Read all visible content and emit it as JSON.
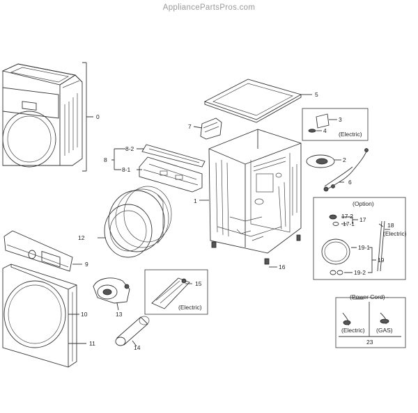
{
  "watermark": "AppliancePartsPros.com",
  "callouts": [
    {
      "id": "c0",
      "text": "0"
    },
    {
      "id": "c1",
      "text": "1"
    },
    {
      "id": "c2",
      "text": "2"
    },
    {
      "id": "c3",
      "text": "3"
    },
    {
      "id": "c4",
      "text": "4"
    },
    {
      "id": "c5",
      "text": "5"
    },
    {
      "id": "c6",
      "text": "6"
    },
    {
      "id": "c7",
      "text": "7"
    },
    {
      "id": "c8",
      "text": "8"
    },
    {
      "id": "c8_2",
      "text": "8-2"
    },
    {
      "id": "c8_1",
      "text": "8-1"
    },
    {
      "id": "c9",
      "text": "9"
    },
    {
      "id": "c10",
      "text": "10"
    },
    {
      "id": "c11",
      "text": "11"
    },
    {
      "id": "c12",
      "text": "12"
    },
    {
      "id": "c13",
      "text": "13"
    },
    {
      "id": "c14",
      "text": "14"
    },
    {
      "id": "c15",
      "text": "15"
    },
    {
      "id": "c16",
      "text": "16"
    },
    {
      "id": "c17",
      "text": "17"
    },
    {
      "id": "c17_2",
      "text": "17-2"
    },
    {
      "id": "c17_1",
      "text": "17-1"
    },
    {
      "id": "c18",
      "text": "18"
    },
    {
      "id": "c19",
      "text": "19"
    },
    {
      "id": "c19_1",
      "text": "19-1"
    },
    {
      "id": "c19_2",
      "text": "19-2"
    },
    {
      "id": "c23",
      "text": "23"
    }
  ],
  "notes": {
    "electric_a": "(Electric)",
    "electric_b": "(Electric)",
    "electric_c": "(Electric)",
    "electric_d": "(Electric)",
    "option": "(Option)",
    "power_cord": "(Power Cord) -",
    "gas": "(GAS)"
  }
}
